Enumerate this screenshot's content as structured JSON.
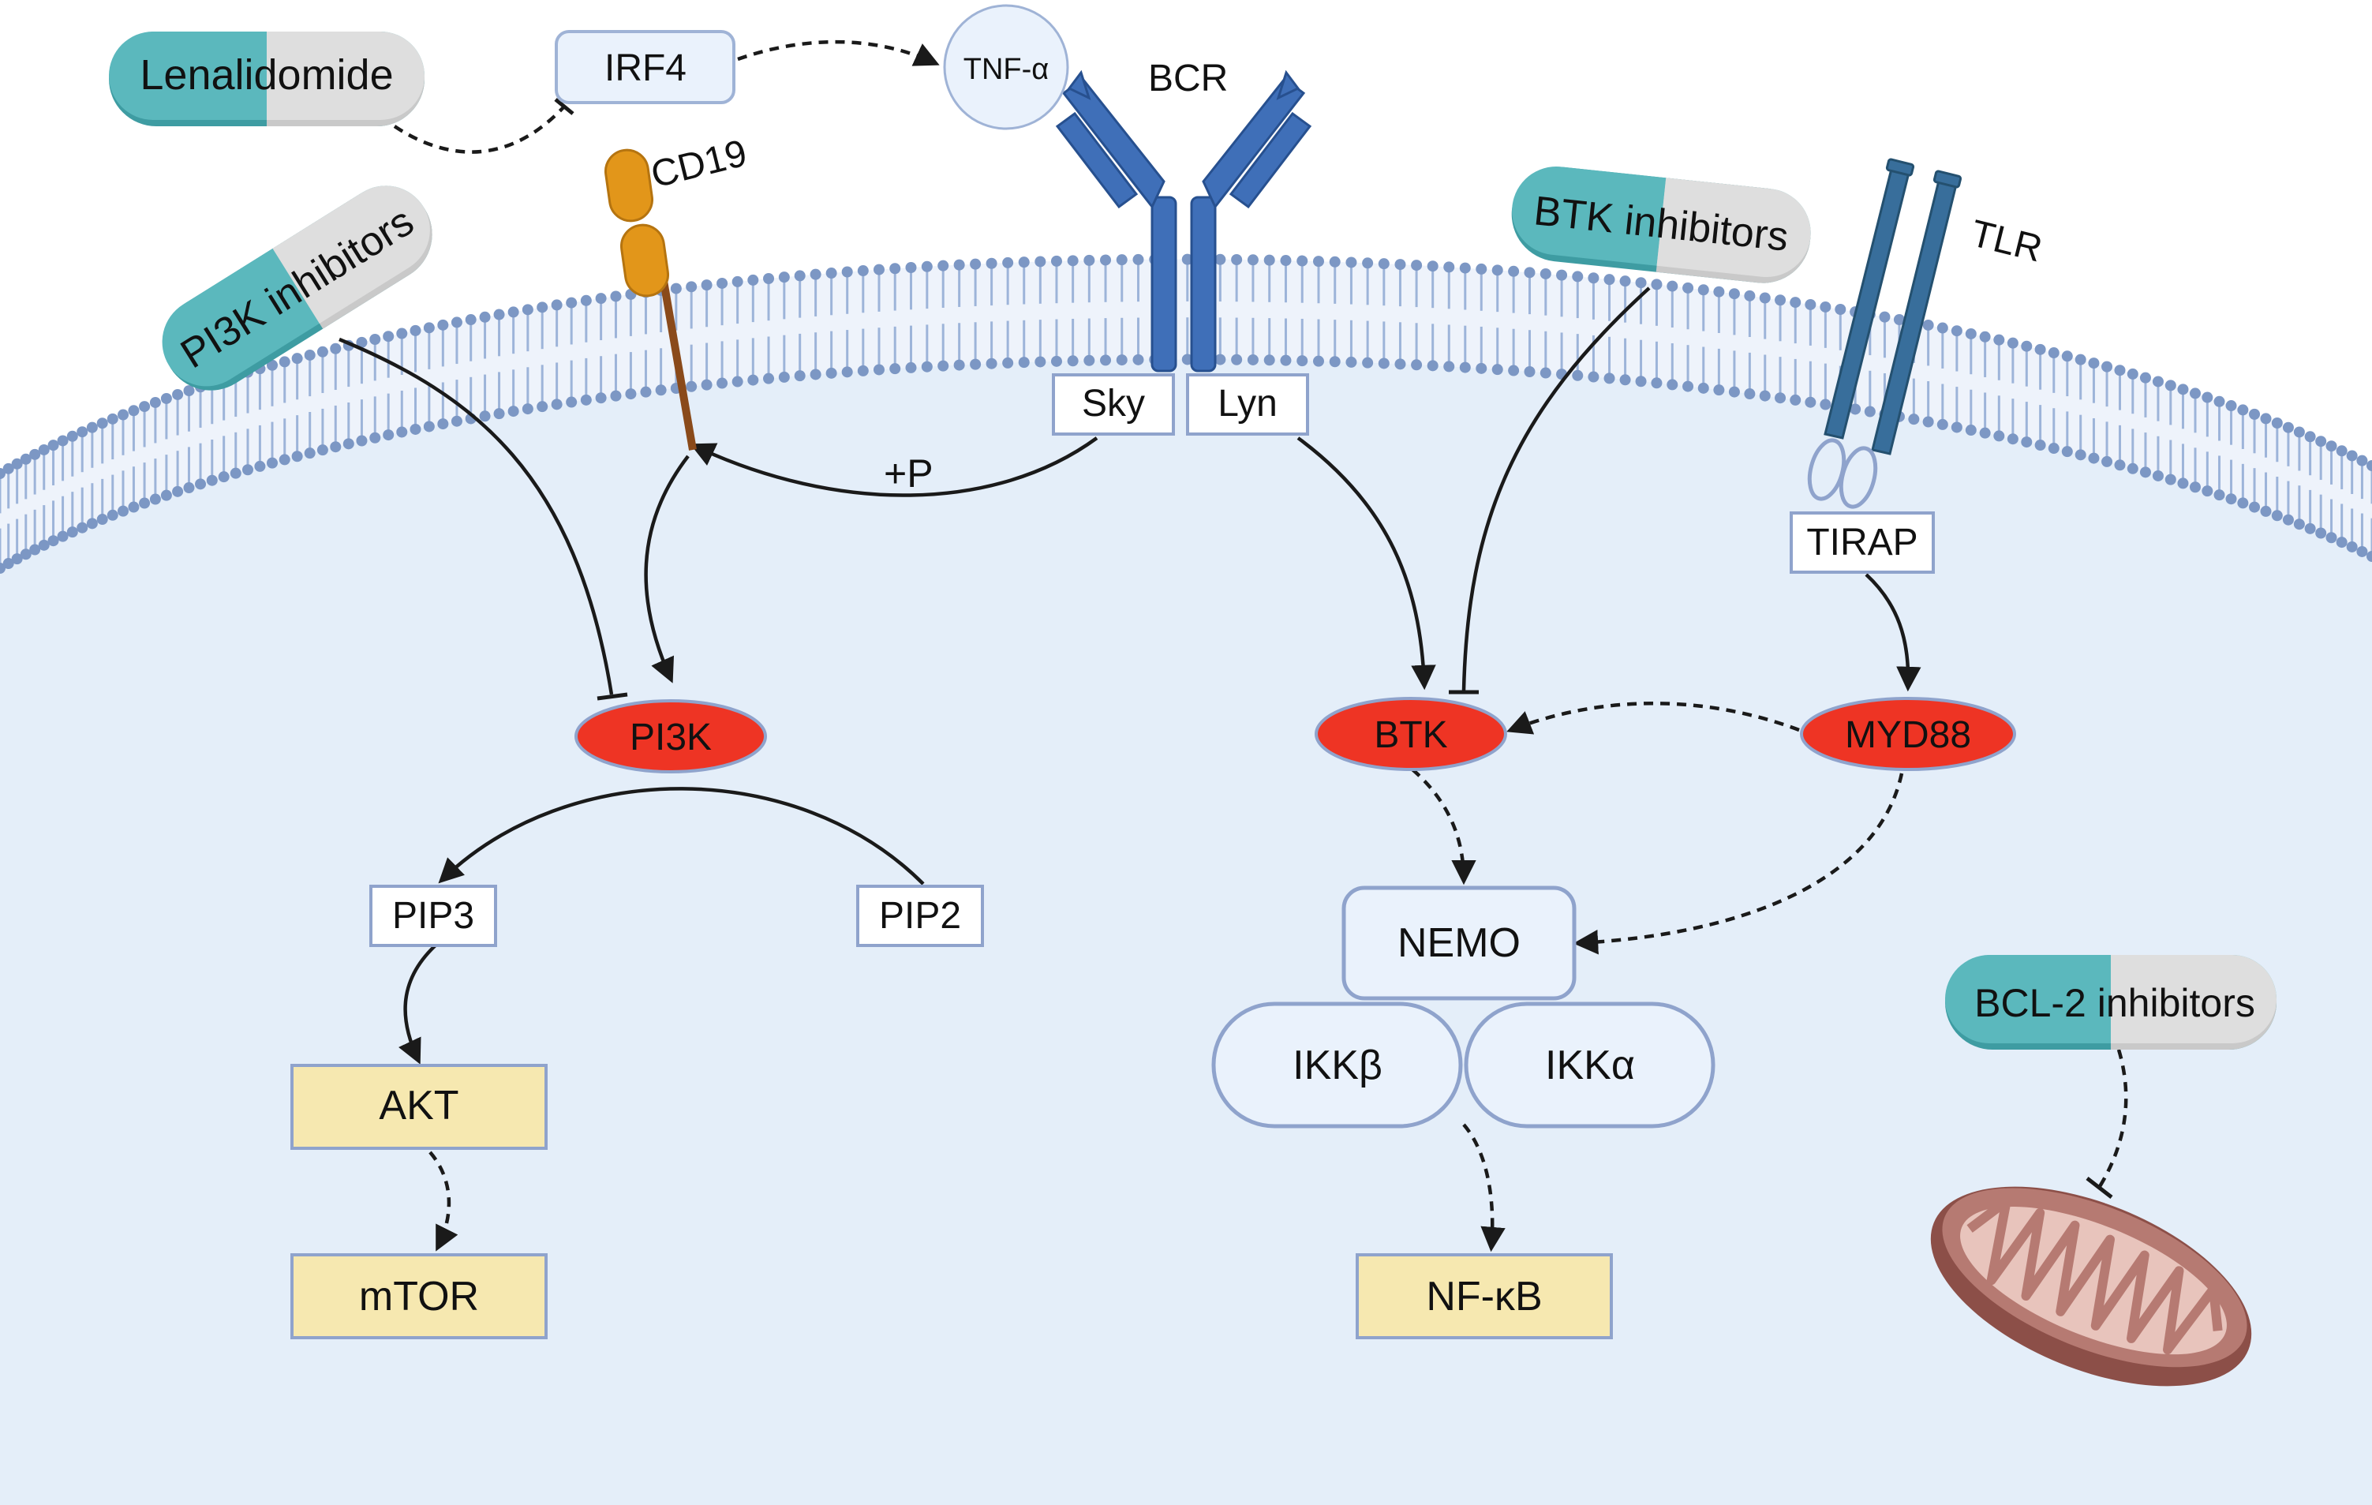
{
  "colors": {
    "cytoplasm": "#e4eef9",
    "membrane_head": "#7c97c4",
    "membrane_tail": "#9db4d9",
    "enzyme_red": "#ee3424",
    "box_yellow": "#f6e8b0",
    "box_outline": "#8fa3cc",
    "pill_teal": "#5bb8bd",
    "pill_grey": "#d5d5d5",
    "receptor_blue": "#3f6fb8",
    "tlr_blue": "#386e9b",
    "cd19_orange": "#e2961a",
    "cd19_stalk": "#8a4a1a",
    "mito_outer": "#b67a72",
    "mito_inner": "#e8c4bc"
  },
  "drugs": {
    "lenalidomide": "Lenalidomide",
    "pi3k_inhibitors": "PI3K inhibitors",
    "btk_inhibitors": "BTK inhibitors",
    "bcl2_inhibitors": "BCL-2 inhibitors"
  },
  "receptors": {
    "bcr": "BCR",
    "cd19": "CD19",
    "tlr": "TLR"
  },
  "nodes": {
    "irf4": "IRF4",
    "tnf": "TNF-α",
    "sky": "Sky",
    "lyn": "Lyn",
    "tirap": "TIRAP",
    "pi3k": "PI3K",
    "btk": "BTK",
    "myd88": "MYD88",
    "pip3": "PIP3",
    "pip2": "PIP2",
    "akt": "AKT",
    "mtor": "mTOR",
    "nemo": "NEMO",
    "ikkb": "IKKβ",
    "ikka": "IKKα",
    "nfkb": "NF-κB"
  },
  "labels": {
    "phosphorylation": "+P"
  }
}
